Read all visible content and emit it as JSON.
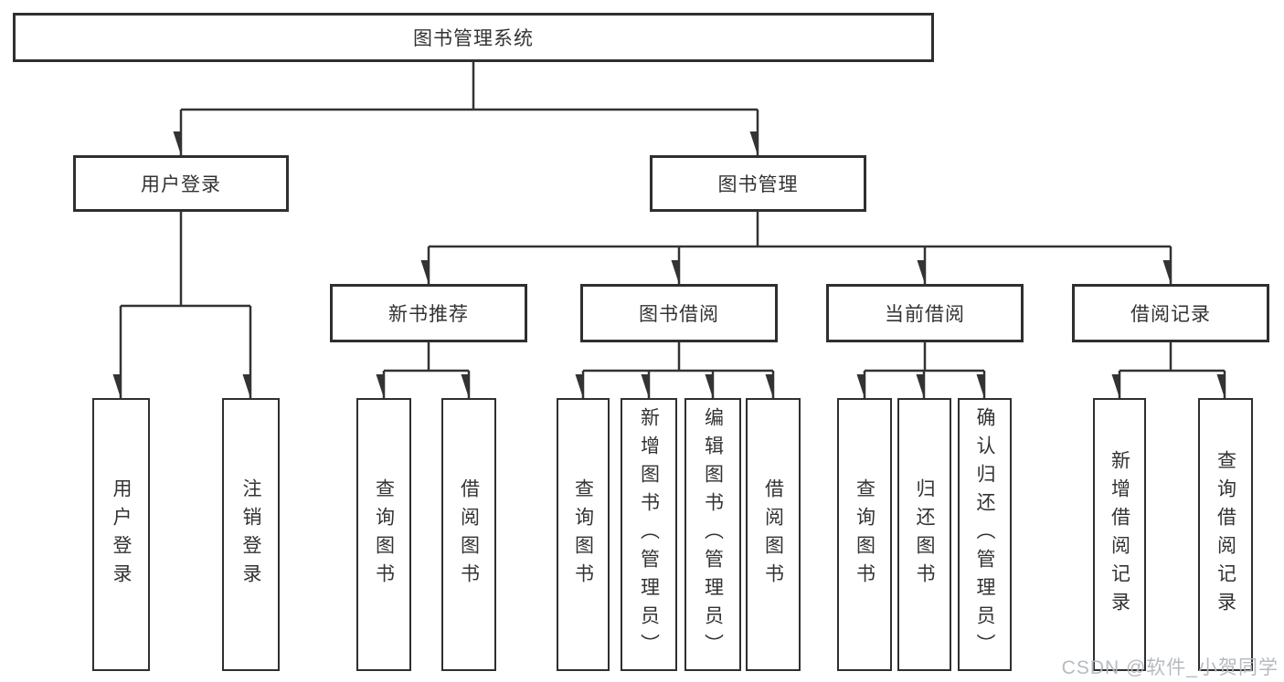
{
  "root": {
    "label": "图书管理系统"
  },
  "level2": [
    {
      "label": "用户登录"
    },
    {
      "label": "图书管理"
    }
  ],
  "level3": [
    {
      "label": "新书推荐"
    },
    {
      "label": "图书借阅"
    },
    {
      "label": "当前借阅"
    },
    {
      "label": "借阅记录"
    }
  ],
  "leaves": [
    {
      "label": "用户登录",
      "parent": "用户登录"
    },
    {
      "label": "注销登录",
      "parent": "用户登录"
    },
    {
      "label": "查询图书",
      "parent": "新书推荐"
    },
    {
      "label": "借阅图书",
      "parent": "新书推荐"
    },
    {
      "label": "查询图书",
      "parent": "图书借阅"
    },
    {
      "label": "新增图书（管理员）",
      "parent": "图书借阅"
    },
    {
      "label": "编辑图书（管理员）",
      "parent": "图书借阅"
    },
    {
      "label": "借阅图书",
      "parent": "图书借阅"
    },
    {
      "label": "查询图书",
      "parent": "当前借阅"
    },
    {
      "label": "归还图书",
      "parent": "当前借阅"
    },
    {
      "label": "确认归还（管理员）",
      "parent": "当前借阅"
    },
    {
      "label": "新增借阅记录",
      "parent": "借阅记录"
    },
    {
      "label": "查询借阅记录",
      "parent": "借阅记录"
    }
  ],
  "watermark": {
    "text": "CSDN @软件_小贺同学"
  },
  "colors": {
    "line": "#333333",
    "border": "#2f2f2f",
    "text": "#333333",
    "watermark": "#b2b7bc"
  }
}
